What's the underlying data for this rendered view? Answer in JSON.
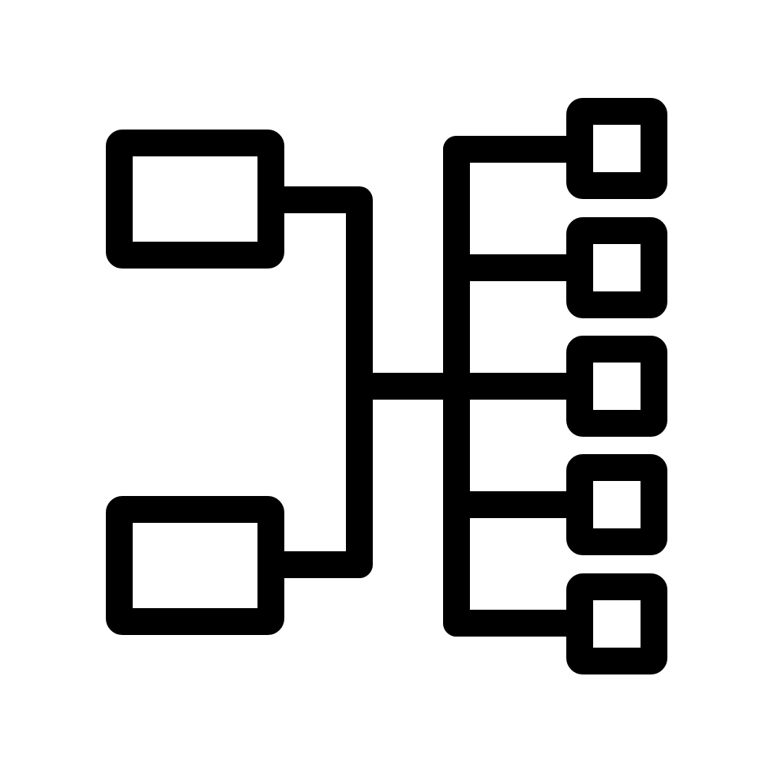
{
  "icon": {
    "name": "hierarchy-structure-icon",
    "style": "outline",
    "stroke_color": "#000000",
    "background_color": "#ffffff",
    "left_nodes_count": 2,
    "right_nodes_count": 5
  }
}
